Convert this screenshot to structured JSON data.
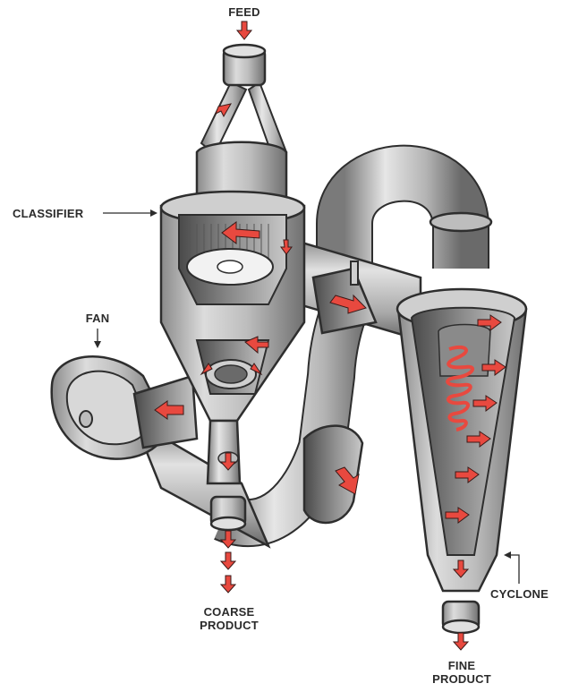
{
  "labels": {
    "feed": "FEED",
    "classifier": "CLASSIFIER",
    "fan": "FAN",
    "coarse_product": [
      "COARSE",
      "PRODUCT"
    ],
    "cyclone": "CYCLONE",
    "fine_product": [
      "FINE",
      "PRODUCT"
    ]
  },
  "colors": {
    "arrow": "#e8493f",
    "metal_light": "#d9d9d9",
    "metal_mid": "#a9a9a9",
    "metal_dark": "#6e6e6e",
    "outline": "#2e2e2e",
    "label_text": "#2b2b2b"
  }
}
